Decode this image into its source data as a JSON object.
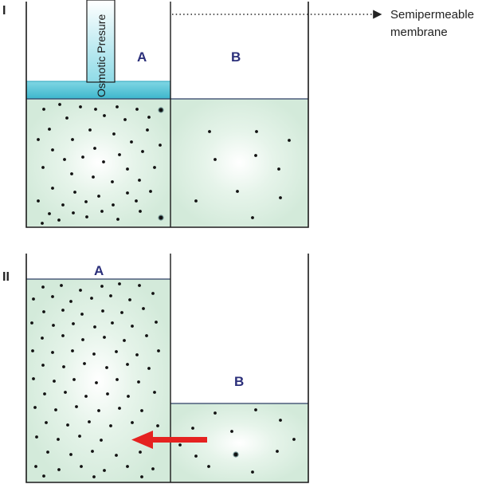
{
  "panel_labels": {
    "first": "I",
    "second": "II"
  },
  "chamber_labels": {
    "a_top": "A",
    "b_top": "B",
    "a_bottom": "A",
    "b_bottom": "B"
  },
  "piston_label": "Osmotic Presure",
  "membrane_label": {
    "line1": "Semipermeable",
    "line2": "membrane"
  },
  "colors": {
    "solution": "#d3eada",
    "solution_glow": "#ffffff",
    "piston_fluid": "#4fc3d6",
    "arrow": "#e52220",
    "chamber_letters": "#2b2f7a"
  },
  "icons": [
    "solute-particle",
    "red-arrow-icon",
    "dotted-arrow-icon"
  ]
}
